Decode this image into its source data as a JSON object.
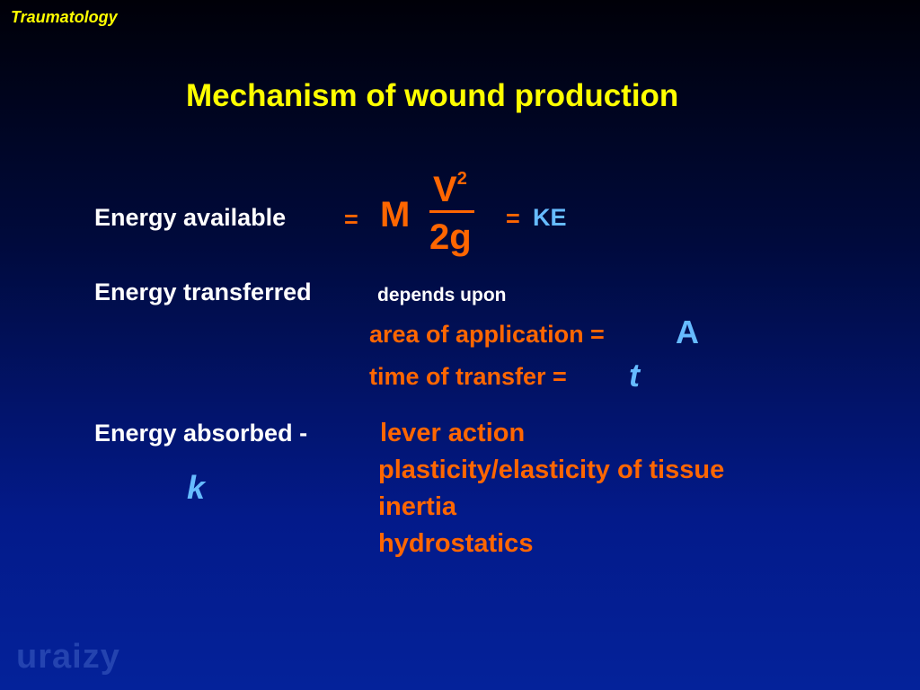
{
  "header": {
    "course": "Traumatology"
  },
  "slide": {
    "title": "Mechanism of wound production",
    "energy_available": {
      "label": "Energy available",
      "eq1": "=",
      "mass": "M",
      "numerator": "V",
      "numerator_exp": "2",
      "denominator": "2g",
      "eq2": "=",
      "result": "KE"
    },
    "energy_transferred": {
      "label": "Energy transferred",
      "qualifier": "depends upon",
      "factors": [
        {
          "text": "area of application =",
          "symbol": "A"
        },
        {
          "text": "time of transfer =",
          "symbol": "t"
        }
      ]
    },
    "energy_absorbed": {
      "label": "Energy absorbed -",
      "symbol": "k",
      "factors": [
        "lever action",
        "plasticity/elasticity of tissue",
        "inertia",
        "hydrostatics"
      ]
    }
  },
  "watermark": {
    "text": "uraizy"
  },
  "colors": {
    "title": "#ffff00",
    "label": "#ffffff",
    "term": "#ff6600",
    "symbol": "#66bbff"
  }
}
